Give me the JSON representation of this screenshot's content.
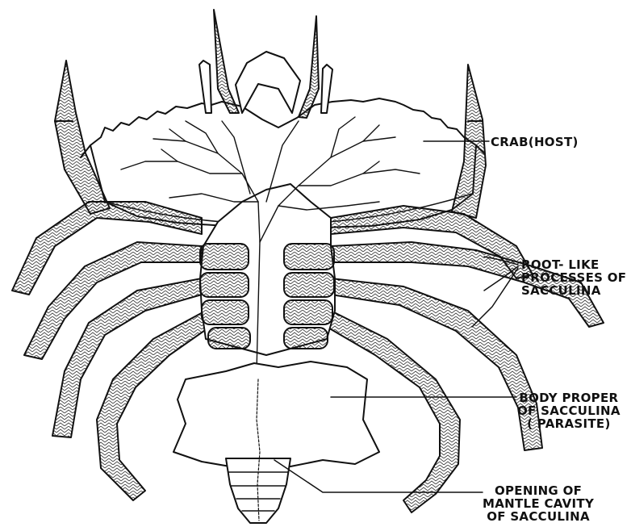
{
  "labels": {
    "crab_host": [
      "CRAB(HOST)"
    ],
    "root_processes": [
      "ROOT- LIKE",
      "PROCESSES OF",
      "SACCULINA"
    ],
    "body_proper": [
      "BODY PROPER",
      "OF SACCULINA",
      "( PARASITE)"
    ],
    "mantle_opening": [
      "OPENING OF",
      "MANTLE CAVITY",
      "OF SACCULINA"
    ]
  },
  "colors": {
    "ink": "#111111",
    "paper": "#ffffff"
  }
}
